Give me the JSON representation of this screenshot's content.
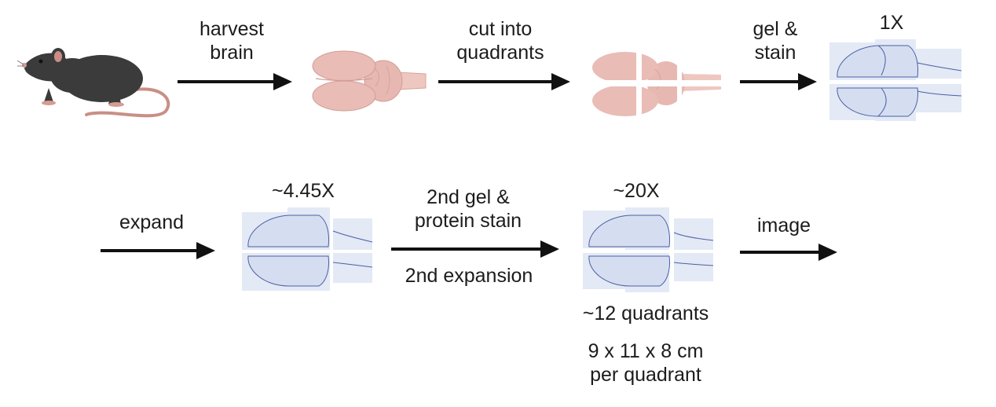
{
  "steps": {
    "harvest": [
      "harvest",
      "brain"
    ],
    "cut": [
      "cut into",
      "quadrants"
    ],
    "gel": [
      "gel &",
      "stain"
    ],
    "expand": "expand",
    "second_gel": [
      "2nd gel &",
      "protein stain"
    ],
    "second_expansion": "2nd expansion",
    "image": "image"
  },
  "scales": {
    "s1x": "1X",
    "s445x": "~4.45X",
    "s20x": "~20X"
  },
  "notes": {
    "quadrants": "~12 quadrants",
    "size": [
      "9 x 11 x 8 cm",
      "per quadrant"
    ]
  },
  "colors": {
    "arrow": "#111111",
    "brain_fresh": "#e7b8b2",
    "brain_gel": "#dfe6f4",
    "mouse": "#3b3b3b"
  }
}
